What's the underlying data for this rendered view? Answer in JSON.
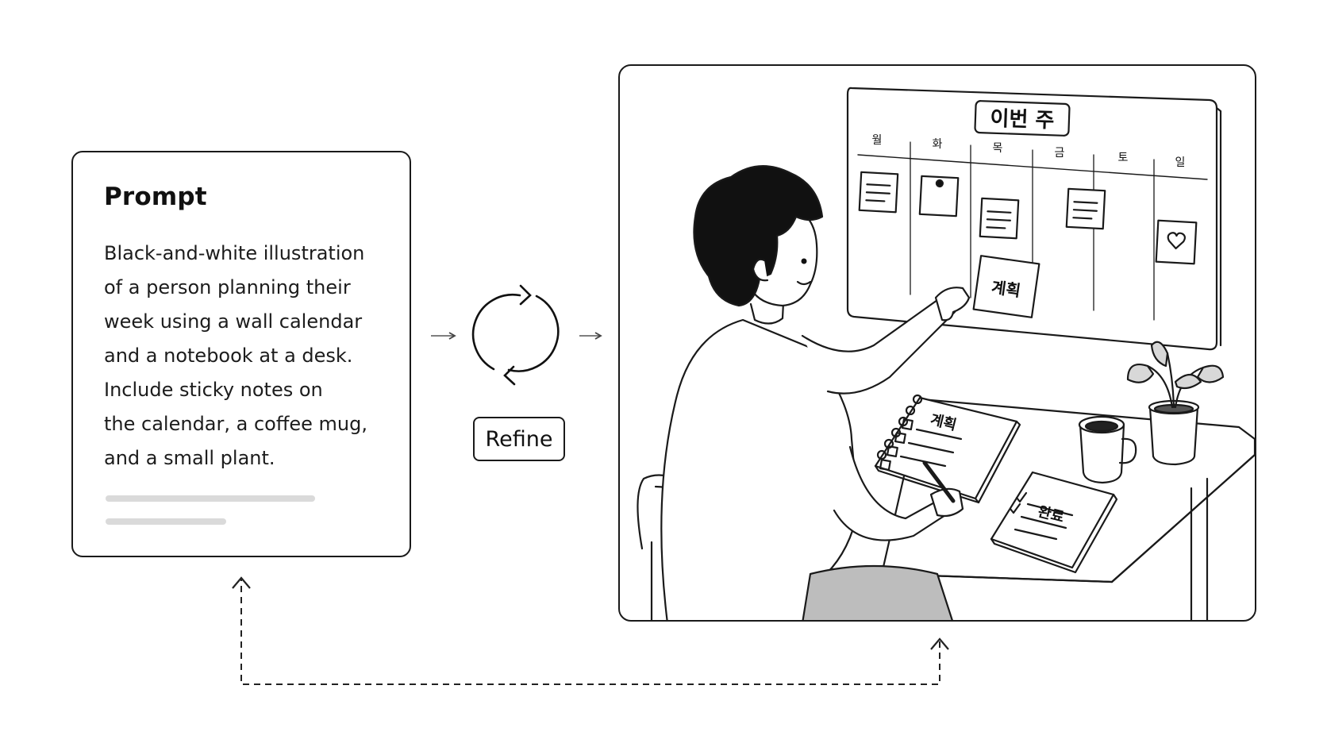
{
  "prompt": {
    "title": "Prompt",
    "lines": [
      "Black-and-white illustration",
      "of a person planning their",
      "week using a wall calendar",
      "and a notebook at a desk.",
      "Include sticky notes on",
      "the calendar, a coffee mug,",
      "and a small plant."
    ]
  },
  "refine": {
    "label": "Refine",
    "icon": "cycle-arrows-icon"
  },
  "illustration": {
    "calendar_title": "이번 주",
    "days": [
      "월",
      "화",
      "목",
      "금",
      "토",
      "일"
    ],
    "held_note": "계획",
    "notebook_title": "계획",
    "done_notebook_title": "완료"
  }
}
